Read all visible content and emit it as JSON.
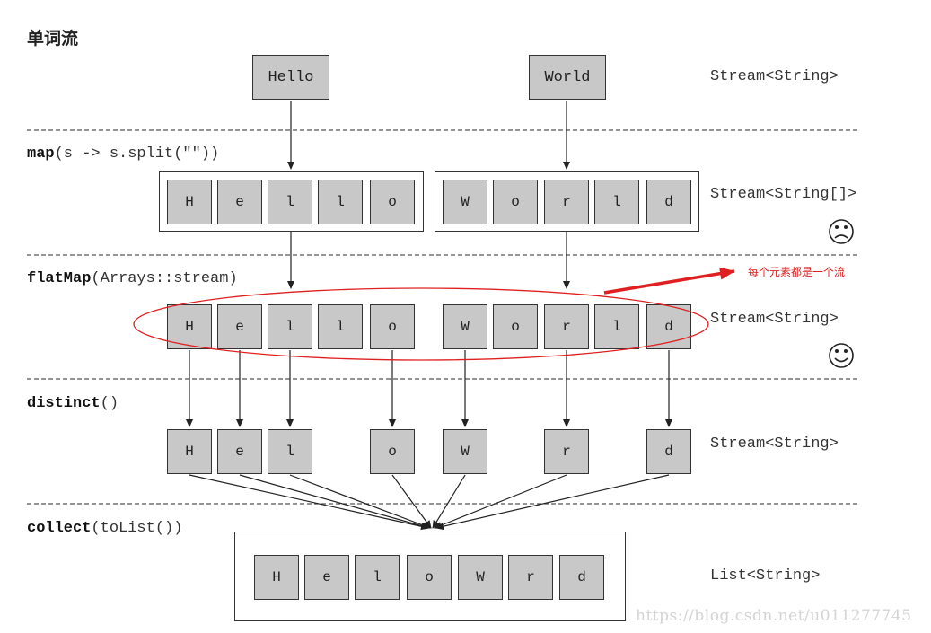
{
  "title": "单词流",
  "words": [
    "Hello",
    "World"
  ],
  "stages": [
    {
      "op_bold": "map",
      "op_rest": "(s -> s.split(\"\"))",
      "type": "Stream<String[]>",
      "mood": "sad-face"
    },
    {
      "op_bold": "flatMap",
      "op_rest": "(Arrays::stream)",
      "type": "Stream<String>",
      "mood": "happy-face"
    },
    {
      "op_bold": "distinct",
      "op_rest": "()",
      "type": "Stream<String>"
    },
    {
      "op_bold": "collect",
      "op_rest": "(toList())",
      "type": "List<String>"
    }
  ],
  "source_type": "Stream<String>",
  "map_hello": [
    "H",
    "e",
    "l",
    "l",
    "o"
  ],
  "map_world": [
    "W",
    "o",
    "r",
    "l",
    "d"
  ],
  "flat": [
    "H",
    "e",
    "l",
    "l",
    "o",
    "W",
    "o",
    "r",
    "l",
    "d"
  ],
  "distinct": [
    "H",
    "e",
    "l",
    "o",
    "W",
    "r",
    "d"
  ],
  "collected": [
    "H",
    "e",
    "l",
    "o",
    "W",
    "r",
    "d"
  ],
  "annotation": "每个元素都是一个流",
  "watermark": "https://blog.csdn.net/u011277745",
  "colors": {
    "box_fill": "#c8c8c8",
    "annotation": "#e02020",
    "frame": "#333333"
  }
}
